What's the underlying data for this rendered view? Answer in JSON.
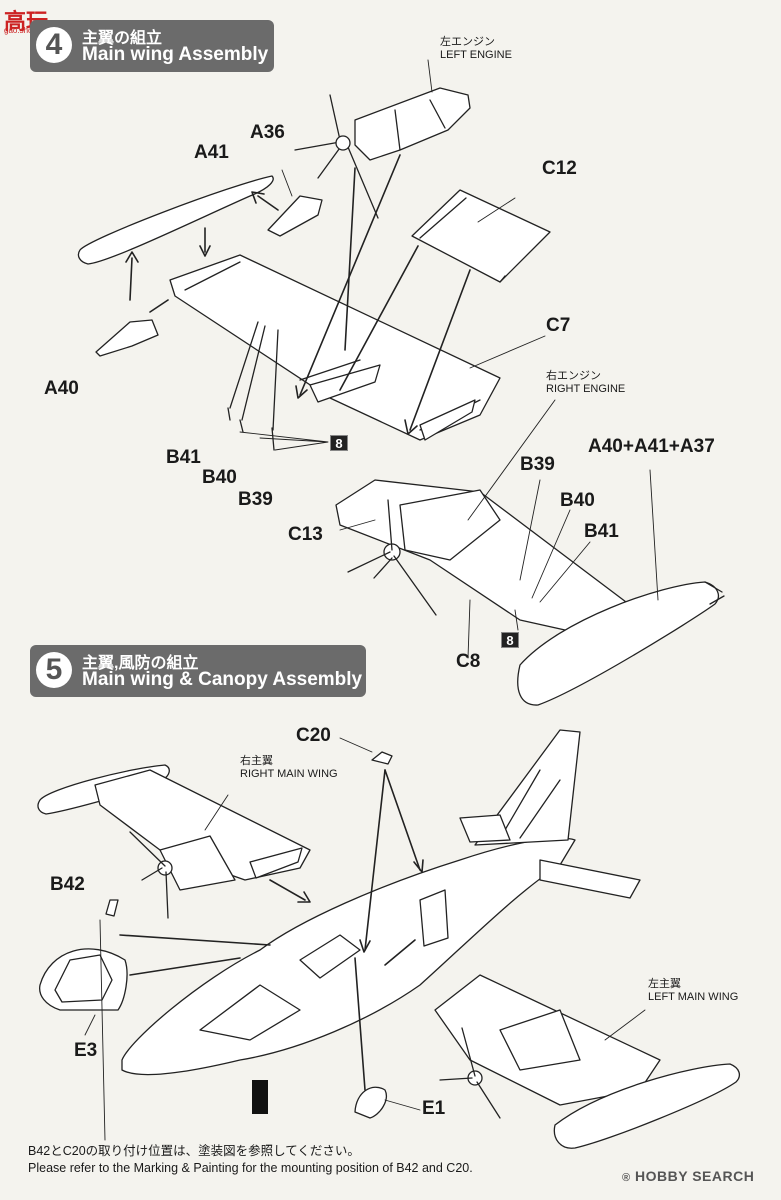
{
  "watermark": {
    "logo_cn": "高玩",
    "site": "gao.shop.com"
  },
  "step4": {
    "num": "4",
    "jp": "主翼の組立",
    "en": "Main wing Assembly"
  },
  "step5": {
    "num": "5",
    "jp": "主翼,風防の組立",
    "en": "Main wing & Canopy Assembly"
  },
  "labels": {
    "left_engine_jp": "左エンジン",
    "left_engine_en": "LEFT ENGINE",
    "right_engine_jp": "右エンジン",
    "right_engine_en": "RIGHT ENGINE",
    "right_main_wing_jp": "右主翼",
    "right_main_wing_en": "RIGHT MAIN WING",
    "left_main_wing_jp": "左主翼",
    "left_main_wing_en": "LEFT MAIN WING",
    "a41": "A41",
    "a36": "A36",
    "c12": "C12",
    "c7": "C7",
    "a40": "A40",
    "b41": "B41",
    "b40": "B40",
    "b39": "B39",
    "combo": "A40+A41+A37",
    "b39r": "B39",
    "b40r": "B40",
    "b41r": "B41",
    "c13": "C13",
    "c8": "C8",
    "c20": "C20",
    "b42": "B42",
    "e3": "E3",
    "e1": "E1",
    "badge8": "8"
  },
  "note": {
    "jp": "B42とC20の取り付け位置は、塗装図を参照してください。",
    "en": "Please refer to the Marking & Painting for the mounting position of B42 and C20."
  },
  "footer": {
    "brand": "HOBBY SEARCH",
    "mark": "®"
  }
}
